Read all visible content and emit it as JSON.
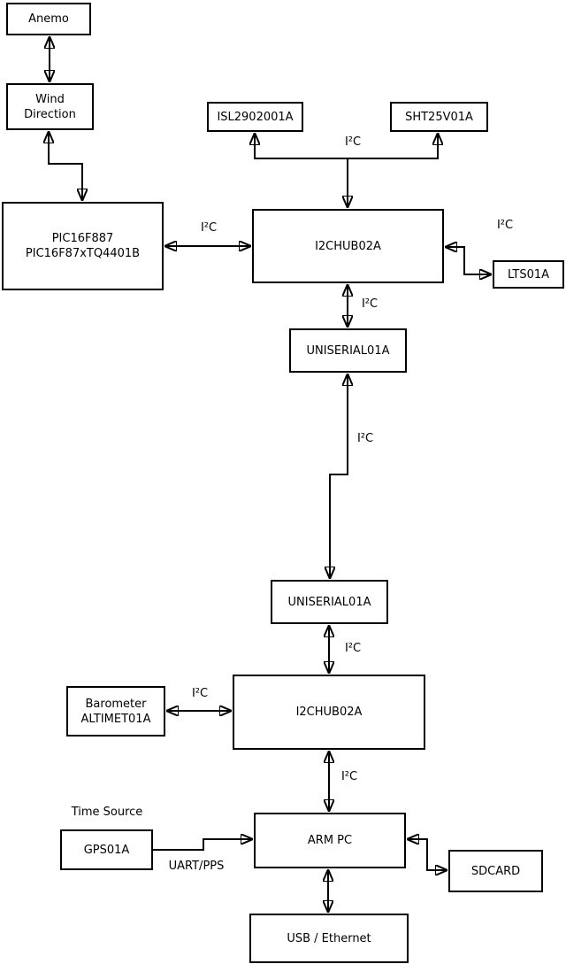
{
  "diagram": {
    "colors": {
      "line": "#000000",
      "background": "#ffffff",
      "text": "#000000"
    },
    "nodes": {
      "anemo": {
        "lines": [
          "Anemo"
        ]
      },
      "wind_direction": {
        "lines": [
          "Wind",
          "Direction"
        ]
      },
      "pic": {
        "lines": [
          "PIC16F887",
          "PIC16F87xTQ4401B"
        ]
      },
      "isl": {
        "lines": [
          "ISL2902001A"
        ]
      },
      "sht": {
        "lines": [
          "SHT25V01A"
        ]
      },
      "i2chub_top": {
        "lines": [
          "I2CHUB02A"
        ]
      },
      "lts": {
        "lines": [
          "LTS01A"
        ]
      },
      "uniserial_top": {
        "lines": [
          "UNISERIAL01A"
        ]
      },
      "uniserial_bottom": {
        "lines": [
          "UNISERIAL01A"
        ]
      },
      "barometer": {
        "lines": [
          "Barometer",
          "ALTIMET01A"
        ]
      },
      "i2chub_bottom": {
        "lines": [
          "I2CHUB02A"
        ]
      },
      "gps": {
        "lines": [
          "GPS01A"
        ]
      },
      "arm_pc": {
        "lines": [
          "ARM PC"
        ]
      },
      "sdcard": {
        "lines": [
          "SDCARD"
        ]
      },
      "usb_ethernet": {
        "lines": [
          "USB / Ethernet"
        ]
      }
    },
    "edge_labels": {
      "i2c_sensors": "I²C",
      "i2c_pic": "I²C",
      "i2c_lts": "I²C",
      "i2c_hub_uniserial": "I²C",
      "i2c_uniserial_link": "I²C",
      "i2c_uniserial_hub2": "I²C",
      "i2c_barometer": "I²C",
      "i2c_hub2_armpc": "I²C",
      "time_source": "Time Source",
      "uart_pps": "UART/PPS"
    }
  }
}
